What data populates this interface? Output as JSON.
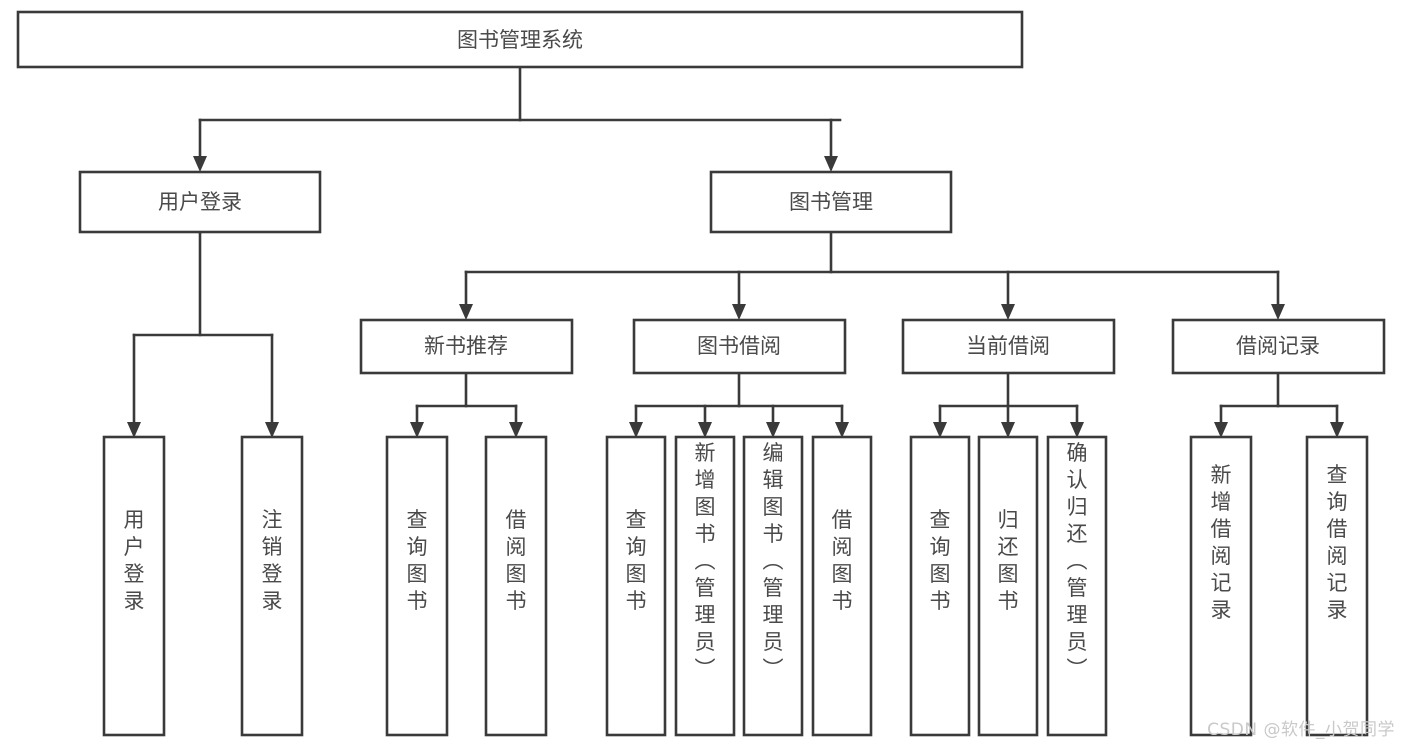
{
  "diagram": {
    "type": "tree-hierarchy-flowchart",
    "title": "图书管理系统",
    "watermark": "CSDN @软件_小贺同学",
    "colors": {
      "stroke": "#3a3a3a",
      "fill": "#ffffff",
      "text": "#4a4a4a",
      "watermark": "#c9c9c9"
    },
    "root": {
      "label": "图书管理系统",
      "orientation": "horizontal"
    },
    "level2": [
      {
        "label": "用户登录",
        "orientation": "horizontal"
      },
      {
        "label": "图书管理",
        "orientation": "horizontal"
      }
    ],
    "level3": [
      {
        "label": "新书推荐",
        "orientation": "horizontal"
      },
      {
        "label": "图书借阅",
        "orientation": "horizontal"
      },
      {
        "label": "当前借阅",
        "orientation": "horizontal"
      },
      {
        "label": "借阅记录",
        "orientation": "horizontal"
      }
    ],
    "leaves": {
      "user_login": [
        {
          "label": "用户登录",
          "orientation": "vertical"
        },
        {
          "label": "注销登录",
          "orientation": "vertical"
        }
      ],
      "new_book_recommend": [
        {
          "label": "查询图书",
          "orientation": "vertical"
        },
        {
          "label": "借阅图书",
          "orientation": "vertical"
        }
      ],
      "book_borrow": [
        {
          "label": "查询图书",
          "orientation": "vertical"
        },
        {
          "label": "新增图书（管理员）",
          "orientation": "vertical"
        },
        {
          "label": "编辑图书（管理员）",
          "orientation": "vertical"
        },
        {
          "label": "借阅图书",
          "orientation": "vertical"
        }
      ],
      "current_borrow": [
        {
          "label": "查询图书",
          "orientation": "vertical"
        },
        {
          "label": "归还图书",
          "orientation": "vertical"
        },
        {
          "label": "确认归还（管理员）",
          "orientation": "vertical"
        }
      ],
      "borrow_record": [
        {
          "label": "新增借阅记录",
          "orientation": "vertical"
        },
        {
          "label": "查询借阅记录",
          "orientation": "vertical"
        }
      ]
    }
  }
}
